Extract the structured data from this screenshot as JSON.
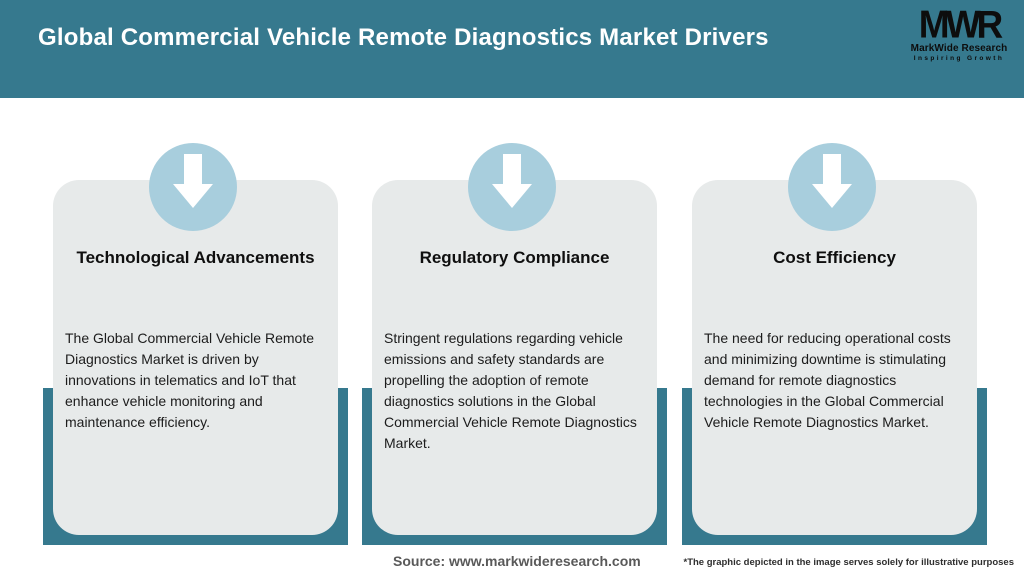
{
  "colors": {
    "teal": "#36798E",
    "circle_blue": "#A8CEDD",
    "card_gray": "#E7EAEA",
    "source_text_gray": "#595959"
  },
  "header": {
    "title": "Global Commercial Vehicle Remote Diagnostics Market Drivers",
    "logo": {
      "acronym": "MWR",
      "name": "MarkWide Research",
      "tagline": "Inspiring Growth"
    }
  },
  "cards": [
    {
      "title": "Technological Advancements",
      "body": "The Global Commercial Vehicle Remote Diagnostics Market is driven by innovations in telematics and IoT that enhance vehicle monitoring and maintenance efficiency."
    },
    {
      "title": "Regulatory Compliance",
      "body": "Stringent regulations regarding vehicle emissions and safety standards are propelling the adoption of remote diagnostics solutions in the Global Commercial Vehicle Remote Diagnostics Market."
    },
    {
      "title": "Cost Efficiency",
      "body": "The need for reducing operational costs and minimizing downtime is stimulating demand for remote diagnostics technologies in the Global Commercial Vehicle Remote Diagnostics Market."
    }
  ],
  "footer": {
    "source": "Source: www.markwideresearch.com",
    "disclaimer": "*The graphic depicted in the image serves solely for illustrative purposes"
  }
}
